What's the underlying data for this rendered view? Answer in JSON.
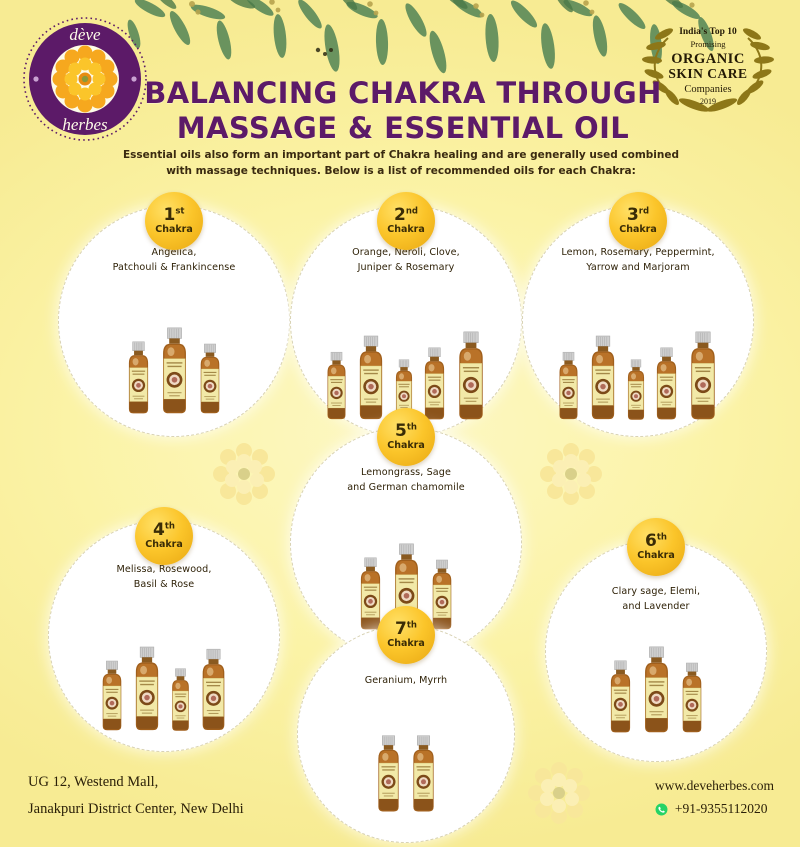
{
  "brand": {
    "logo_top_text": "dève",
    "logo_bottom_text": "herbes",
    "logo_icon": "marigold-flower-icon",
    "purple": "#5c1a68",
    "gold": "#f0a91c"
  },
  "award_badge": {
    "line1": "India's Top 10",
    "line2": "Promising",
    "line3": "ORGANIC",
    "line4": "SKIN CARE",
    "line5": "Companies",
    "line6": "2019",
    "icon": "laurel-wreath-icon"
  },
  "header": {
    "title_line1": "BALANCING CHAKRA THROUGH",
    "title_line2": "MASSAGE & ESSENTIAL OIL",
    "subtitle_line1": "Essential oils also form an important part of Chakra healing and are generally used combined",
    "subtitle_line2": "with massage techniques. Below is a list of recommended oils for each Chakra:"
  },
  "chakras": [
    {
      "number": "1",
      "ordinal": "st",
      "label": "Chakra",
      "oils_line1": "Angelica,",
      "oils_line2": "Patchouli & Frankincense",
      "bottle_count": 3
    },
    {
      "number": "2",
      "ordinal": "nd",
      "label": "Chakra",
      "oils_line1": "Orange, Neroli, Clove,",
      "oils_line2": "Juniper & Rosemary",
      "bottle_count": 5
    },
    {
      "number": "3",
      "ordinal": "rd",
      "label": "Chakra",
      "oils_line1": "Lemon, Rosemary, Peppermint,",
      "oils_line2": "Yarrow and Marjoram",
      "bottle_count": 5
    },
    {
      "number": "4",
      "ordinal": "th",
      "label": "Chakra",
      "oils_line1": "Melissa, Rosewood,",
      "oils_line2": "Basil & Rose",
      "bottle_count": 4
    },
    {
      "number": "5",
      "ordinal": "th",
      "label": "Chakra",
      "oils_line1": "Lemongrass, Sage",
      "oils_line2": "and German chamomile",
      "bottle_count": 3
    },
    {
      "number": "6",
      "ordinal": "th",
      "label": "Chakra",
      "oils_line1": "Clary sage, Elemi,",
      "oils_line2": "and Lavender",
      "bottle_count": 3
    },
    {
      "number": "7",
      "ordinal": "th",
      "label": "Chakra",
      "oils_line1": "Geranium, Myrrh",
      "oils_line2": "",
      "bottle_count": 2
    }
  ],
  "footer": {
    "address_line1": "UG 12, Westend Mall,",
    "address_line2": "Janakpuri District Center, New Delhi",
    "website": "www.deveherbes.com",
    "phone": "+91-9355112020",
    "phone_icon": "whatsapp-icon"
  }
}
